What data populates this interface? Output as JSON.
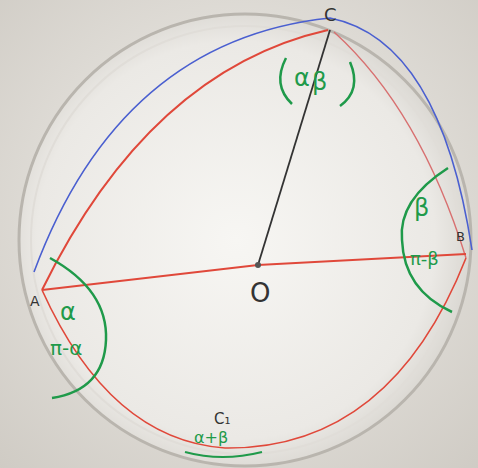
{
  "diagram": {
    "labels": [
      "C",
      "α",
      "β",
      "α",
      "π-α",
      "A",
      "O",
      "β",
      "π-β",
      "B",
      "C₁",
      "α+β"
    ]
  }
}
